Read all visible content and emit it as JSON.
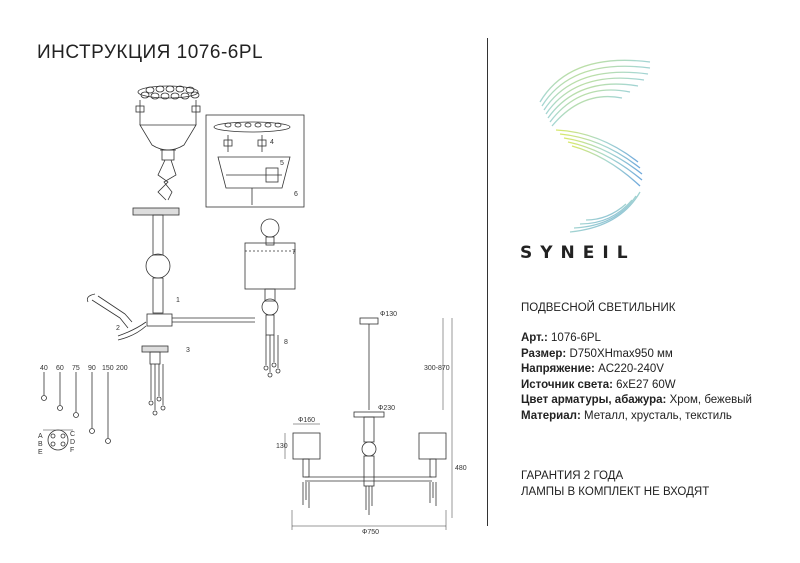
{
  "header": {
    "title": "ИНСТРУКЦИЯ 1076-6PL"
  },
  "brand": {
    "name": "SYNEIL"
  },
  "product": {
    "type": "ПОДВЕСНОЙ СВЕТИЛЬНИК",
    "specs": [
      {
        "label": "Арт.:",
        "value": "1076-6PL"
      },
      {
        "label": "Размер:",
        "value": "D750XHmax950 мм"
      },
      {
        "label": "Напряжение:",
        "value": "AC220-240V"
      },
      {
        "label": "Источник света:",
        "value": "6хE27 60W"
      },
      {
        "label": "Цвет арматуры, абажура:",
        "value": "Хром, бежевый"
      },
      {
        "label": "Материал:",
        "value": "Металл, хрусталь, текстиль"
      }
    ]
  },
  "warranty": {
    "line1": "ГАРАНТИЯ 2 ГОДА",
    "line2": "ЛАМПЫ В КОМПЛЕКТ НЕ ВХОДЯТ"
  },
  "diagram": {
    "step_numbers": [
      "1",
      "2",
      "3",
      "4",
      "5",
      "6",
      "7",
      "8"
    ],
    "dimensions": {
      "top_width": "Ф130",
      "rod_height": "300-870",
      "arm_plate": "Ф230",
      "shade_diameter": "Ф160",
      "shade_height": "130",
      "overall_height": "480",
      "overall_width": "Ф750"
    },
    "bead_lengths": [
      "40",
      "60",
      "75",
      "90",
      "150",
      "200"
    ],
    "bead_labels": [
      "A",
      "B",
      "C",
      "D",
      "E",
      "F"
    ]
  }
}
